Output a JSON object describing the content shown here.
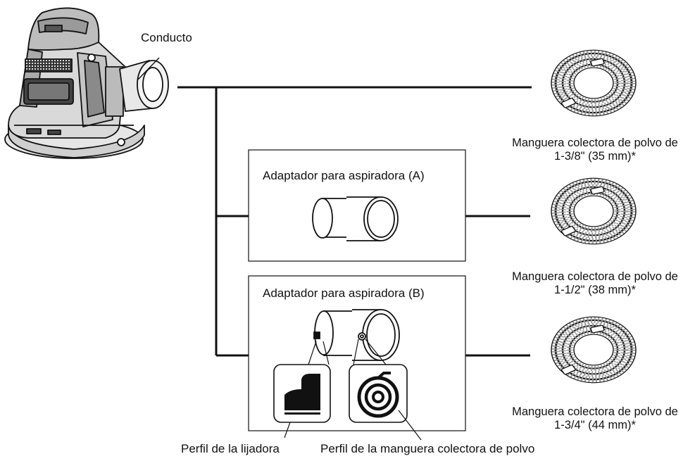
{
  "labels": {
    "conducto": "Conducto",
    "adapter_a": "Adaptador para aspiradora (A)",
    "adapter_b": "Adaptador para aspiradora (B)",
    "sander_profile": "Perfil de la lijadora",
    "hose_profile": "Perfil de la manguera colectora de polvo"
  },
  "hoses": [
    {
      "line1": "Manguera colectora de polvo de",
      "line2": "1-3/8\" (35 mm)*"
    },
    {
      "line1": "Manguera colectora de polvo de",
      "line2": "1-1/2\" (38 mm)*"
    },
    {
      "line1": "Manguera colectora de polvo de",
      "line2": "1-3/4\" (44 mm)*"
    }
  ]
}
